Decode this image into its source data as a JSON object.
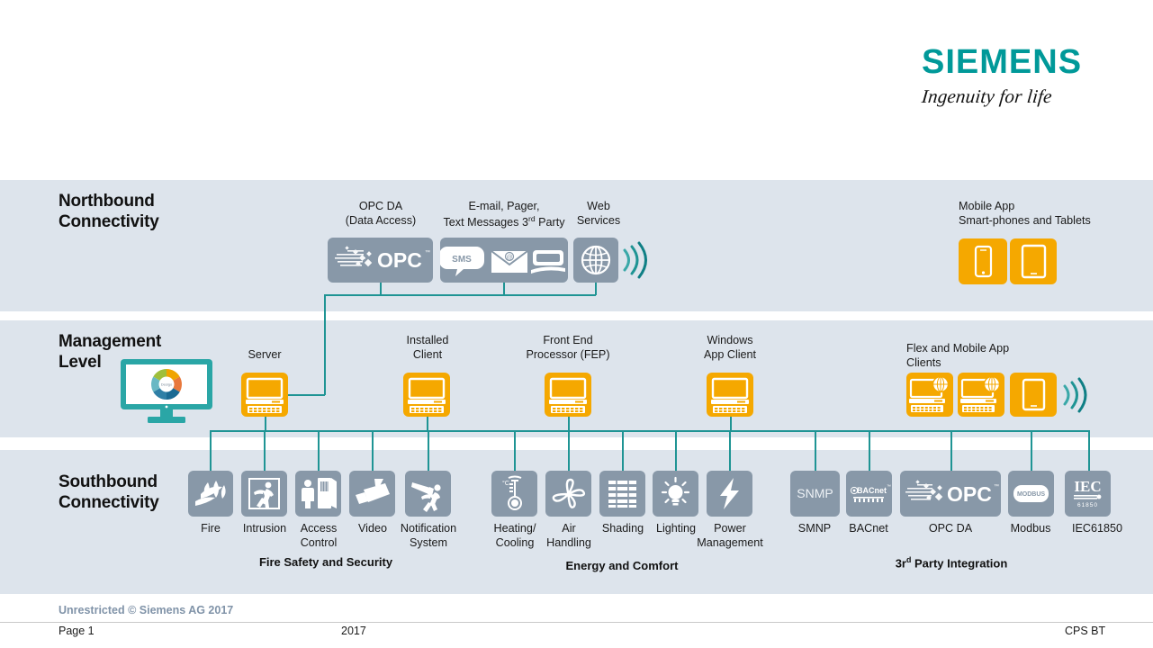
{
  "brand": {
    "wordmark": "SIEMENS",
    "tagline": "Ingenuity for life",
    "teal": "#009999",
    "amber": "#f5a800",
    "slate": "#8898a8",
    "band_bg": "#dde4ec",
    "line": "#1f9494"
  },
  "bands": {
    "northbound": {
      "title": "Northbound\nConnectivity"
    },
    "management": {
      "title": "Management\nLevel"
    },
    "southbound": {
      "title": "Southbound\nConnectivity"
    }
  },
  "northbound": {
    "items": [
      {
        "id": "opc-da",
        "caption": "OPC DA\n(Data Access)",
        "icon": "opc-logo-icon"
      },
      {
        "id": "messaging",
        "caption": "E-mail, Pager,\nText Messages 3rd Party",
        "icon": "messaging-icon"
      },
      {
        "id": "web-services",
        "caption": "Web\nServices",
        "icon": "globe-icon"
      }
    ],
    "mobile": {
      "caption": "Mobile App\nSmart-phones and Tablets",
      "icons": [
        "smartphone-icon",
        "tablet-icon"
      ]
    },
    "messaging_sub": [
      "SMS",
      "envelope",
      "pager"
    ],
    "sms_label": "SMS"
  },
  "management": {
    "monitor": {
      "name": "desigo-monitor",
      "screen_label": "Desigo"
    },
    "items": [
      {
        "id": "server",
        "caption": "Server",
        "icon": "desktop-computer-icon"
      },
      {
        "id": "installed-client",
        "caption": "Installed\nClient",
        "icon": "desktop-computer-icon"
      },
      {
        "id": "fep",
        "caption": "Front End\nProcessor (FEP)",
        "icon": "desktop-computer-icon"
      },
      {
        "id": "windows-app",
        "caption": "Windows\nApp Client",
        "icon": "desktop-computer-icon"
      }
    ],
    "flex_group": {
      "caption": "Flex and Mobile App\n Clients",
      "icons": [
        "web-client-icon",
        "web-client-icon",
        "tablet-icon"
      ]
    }
  },
  "southbound": {
    "groups": [
      {
        "label": "Fire Safety and Security",
        "items": [
          {
            "id": "fire",
            "caption": "Fire",
            "icon": "flame-icon"
          },
          {
            "id": "intrusion",
            "caption": "Intrusion",
            "icon": "intruder-icon"
          },
          {
            "id": "access",
            "caption": "Access\nControl",
            "icon": "door-person-icon"
          },
          {
            "id": "video",
            "caption": "Video",
            "icon": "cctv-camera-icon"
          },
          {
            "id": "notification",
            "caption": "Notification\nSystem",
            "icon": "megaphone-runner-icon"
          }
        ]
      },
      {
        "label": "Energy and Comfort",
        "items": [
          {
            "id": "hvac",
            "caption": "Heating/\nCooling",
            "icon": "thermometer-icon"
          },
          {
            "id": "air",
            "caption": "Air\nHandling",
            "icon": "fan-icon"
          },
          {
            "id": "shading",
            "caption": "Shading",
            "icon": "blinds-icon"
          },
          {
            "id": "lighting",
            "caption": "Lighting",
            "icon": "lightbulb-icon"
          },
          {
            "id": "power",
            "caption": "Power\nManagement",
            "icon": "lightning-bolt-icon"
          }
        ]
      },
      {
        "label": "3rd Party Integration",
        "items": [
          {
            "id": "snmp",
            "caption": "SMNP",
            "icon": "snmp-logo-icon",
            "badge": "SNMP"
          },
          {
            "id": "bacnet",
            "caption": "BACnet",
            "icon": "bacnet-logo-icon",
            "badge": "BACnet"
          },
          {
            "id": "opc-da-2",
            "caption": "OPC DA",
            "icon": "opc-logo-icon",
            "badge": "OPC"
          },
          {
            "id": "modbus",
            "caption": "Modbus",
            "icon": "modbus-logo-icon",
            "badge": "MODBUS"
          },
          {
            "id": "iec61850",
            "caption": "IEC61850",
            "icon": "iec-logo-icon",
            "badge": "IEC",
            "badge2": "61850"
          }
        ]
      }
    ]
  },
  "footer": {
    "copyright": "Unrestricted © Siemens AG 2017",
    "page": "Page 1",
    "year": "2017",
    "department": "CPS BT"
  }
}
